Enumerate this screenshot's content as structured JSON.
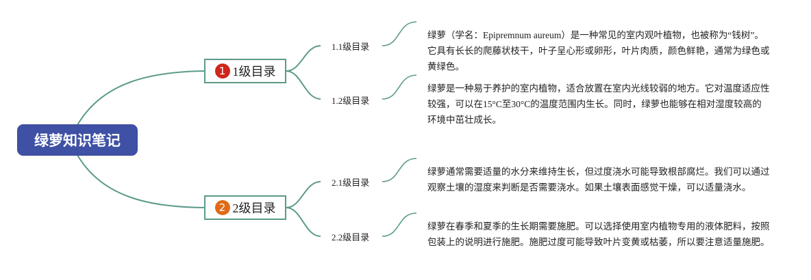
{
  "root": {
    "title": "绿萝知识笔记"
  },
  "colors": {
    "root": "#3f51a4",
    "connector": "#5a9a8a",
    "badge1": "#d0251c",
    "badge2": "#e06a17"
  },
  "branches": [
    {
      "badge": "1",
      "label": "1级目录",
      "children": [
        {
          "label": "1.1级目录",
          "note": "绿萝（学名：Epipremnum aureum）是一种常见的室内观叶植物，也被称为“钱树”。它具有长长的爬藤状枝干，叶子呈心形或卵形，叶片肉质，颜色鲜艳，通常为绿色或黄绿色。"
        },
        {
          "label": "1.2级目录",
          "note": "绿萝是一种易于养护的室内植物，适合放置在室内光线较弱的地方。它对温度适应性较强，可以在15°C至30°C的温度范围内生长。同时，绿萝也能够在相对湿度较高的环境中茁壮成长。"
        }
      ]
    },
    {
      "badge": "2",
      "label": "2级目录",
      "children": [
        {
          "label": "2.1级目录",
          "note": "绿萝通常需要适量的水分来维持生长，但过度浇水可能导致根部腐烂。我们可以通过观察土壤的湿度来判断是否需要浇水。如果土壤表面感觉干燥，可以适量浇水。"
        },
        {
          "label": "2.2级目录",
          "note": "绿萝在春季和夏季的生长期需要施肥。可以选择使用室内植物专用的液体肥料，按照包装上的说明进行施肥。施肥过度可能导致叶片变黄或枯萎，所以要注意适量施肥。"
        }
      ]
    }
  ]
}
